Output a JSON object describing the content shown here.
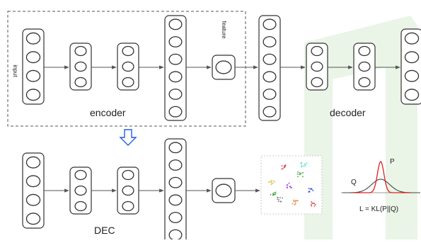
{
  "labels": {
    "input": "input",
    "feature": "feature",
    "encoder": "encoder",
    "decoder": "decoder",
    "dec": "DEC",
    "p": "P",
    "q": "Q",
    "loss": "L = KL(P||Q)"
  },
  "colors": {
    "node_border": "#333333",
    "arrow": "#555555",
    "dashed_box": "#555555",
    "down_arrow": "#1f5fe0",
    "curve_p": "#e02020",
    "curve_q": "#444444",
    "watermark": "#d8ecd6",
    "scatter": [
      "#d94040",
      "#3aa63a",
      "#3a5fd9",
      "#d9b43a",
      "#a63ad9",
      "#3ad9c8",
      "#777777",
      "#e0803a"
    ]
  },
  "icons": [
    "down-arrow-icon"
  ]
}
